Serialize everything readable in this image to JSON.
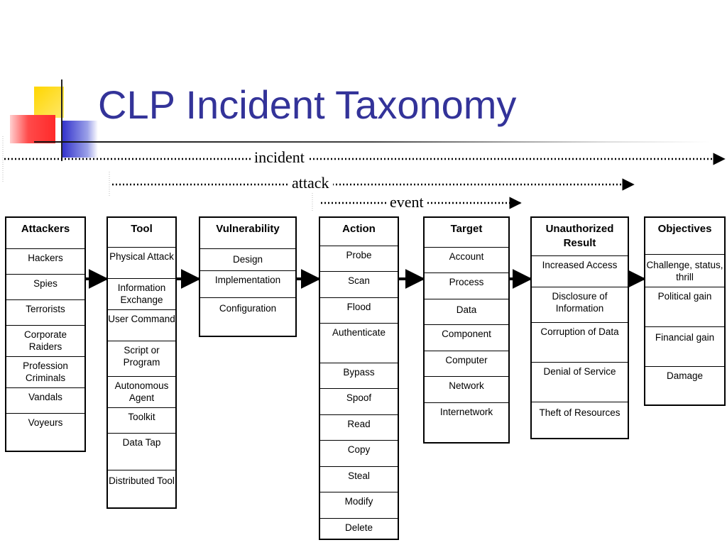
{
  "title": "CLP Incident Taxonomy",
  "scopes": {
    "incident": "incident",
    "attack": "attack",
    "event": "event"
  },
  "columns": [
    {
      "header": "Attackers",
      "items": [
        "Hackers",
        "Spies",
        "Terrorists",
        "Corporate Raiders",
        "Profession Criminals",
        "Vandals",
        "Voyeurs"
      ]
    },
    {
      "header": "Tool",
      "items": [
        "Physical Attack",
        "Information Exchange",
        "User Command",
        "Script or Program",
        "Autonomous Agent",
        "Toolkit",
        "Data Tap",
        "Distributed Tool"
      ]
    },
    {
      "header": "Vulnerability",
      "items": [
        "Design",
        "Implementation",
        "Configuration"
      ]
    },
    {
      "header": "Action",
      "items": [
        "Probe",
        "Scan",
        "Flood",
        "Authenticate",
        "Bypass",
        "Spoof",
        "Read",
        "Copy",
        "Steal",
        "Modify",
        "Delete"
      ]
    },
    {
      "header": "Target",
      "items": [
        "Account",
        "Process",
        "Data",
        "Component",
        "Computer",
        "Network",
        "Internetwork"
      ]
    },
    {
      "header": "Unauthorized Result",
      "items": [
        "Increased Access",
        "Disclosure of Information",
        "Corruption of Data",
        "Denial of Service",
        "Theft of Resources"
      ]
    },
    {
      "header": "Objectives",
      "items": [
        "Challenge, status, thrill",
        "Political gain",
        "Financial gain",
        "Damage"
      ]
    }
  ],
  "colors": {
    "title": "#333399",
    "deco_yellow": "#ffcc00",
    "deco_blue": "#3333cc",
    "deco_red": "#ff3333"
  }
}
